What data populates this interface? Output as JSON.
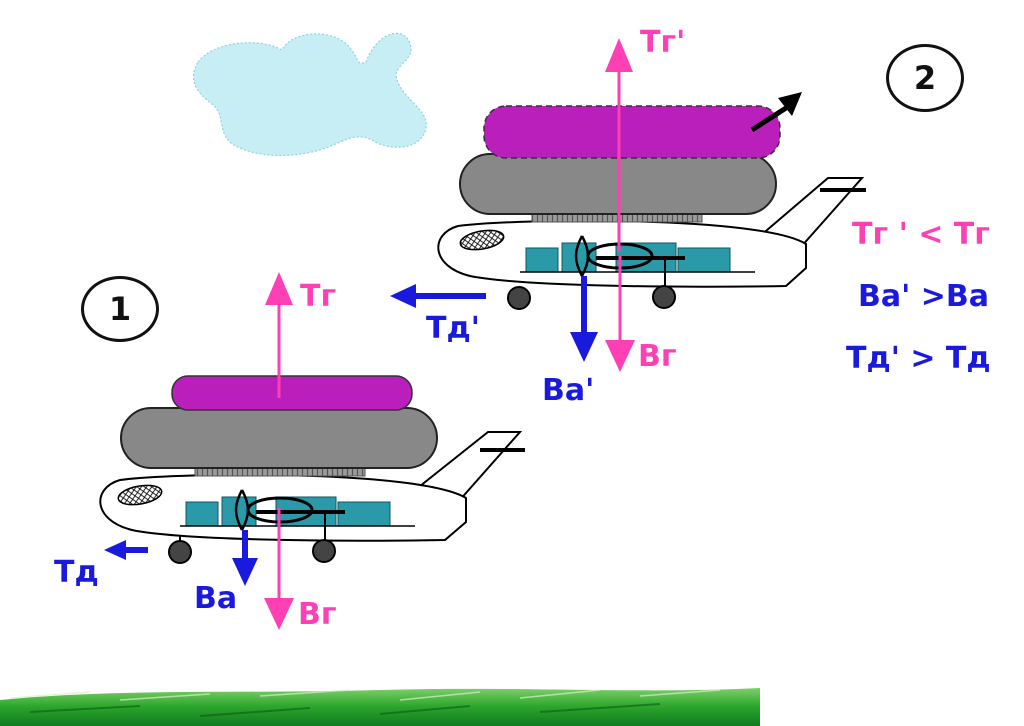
{
  "badges": {
    "state1": "1",
    "state2": "2"
  },
  "labels": {
    "s1_tg": "Тг",
    "s1_td": "Тд",
    "s1_ba": "Ва",
    "s1_bg": "Вг",
    "s2_tg": "Тг'",
    "s2_td": "Тд'",
    "s2_ba": "Ва'",
    "s2_bg": "Вг"
  },
  "relations": [
    "Тг ' < Тг",
    "Ва' >Ва",
    "Тд' > Тд"
  ],
  "colors": {
    "gas_force": "#ff3fb4",
    "aero_force": "#1a1adf",
    "balloon_top": "#bb1fbb",
    "balloon_body": "#888888",
    "cloud": "#c7eef5",
    "cargo": "#2a9aa8",
    "ground": "#2aa52a"
  }
}
